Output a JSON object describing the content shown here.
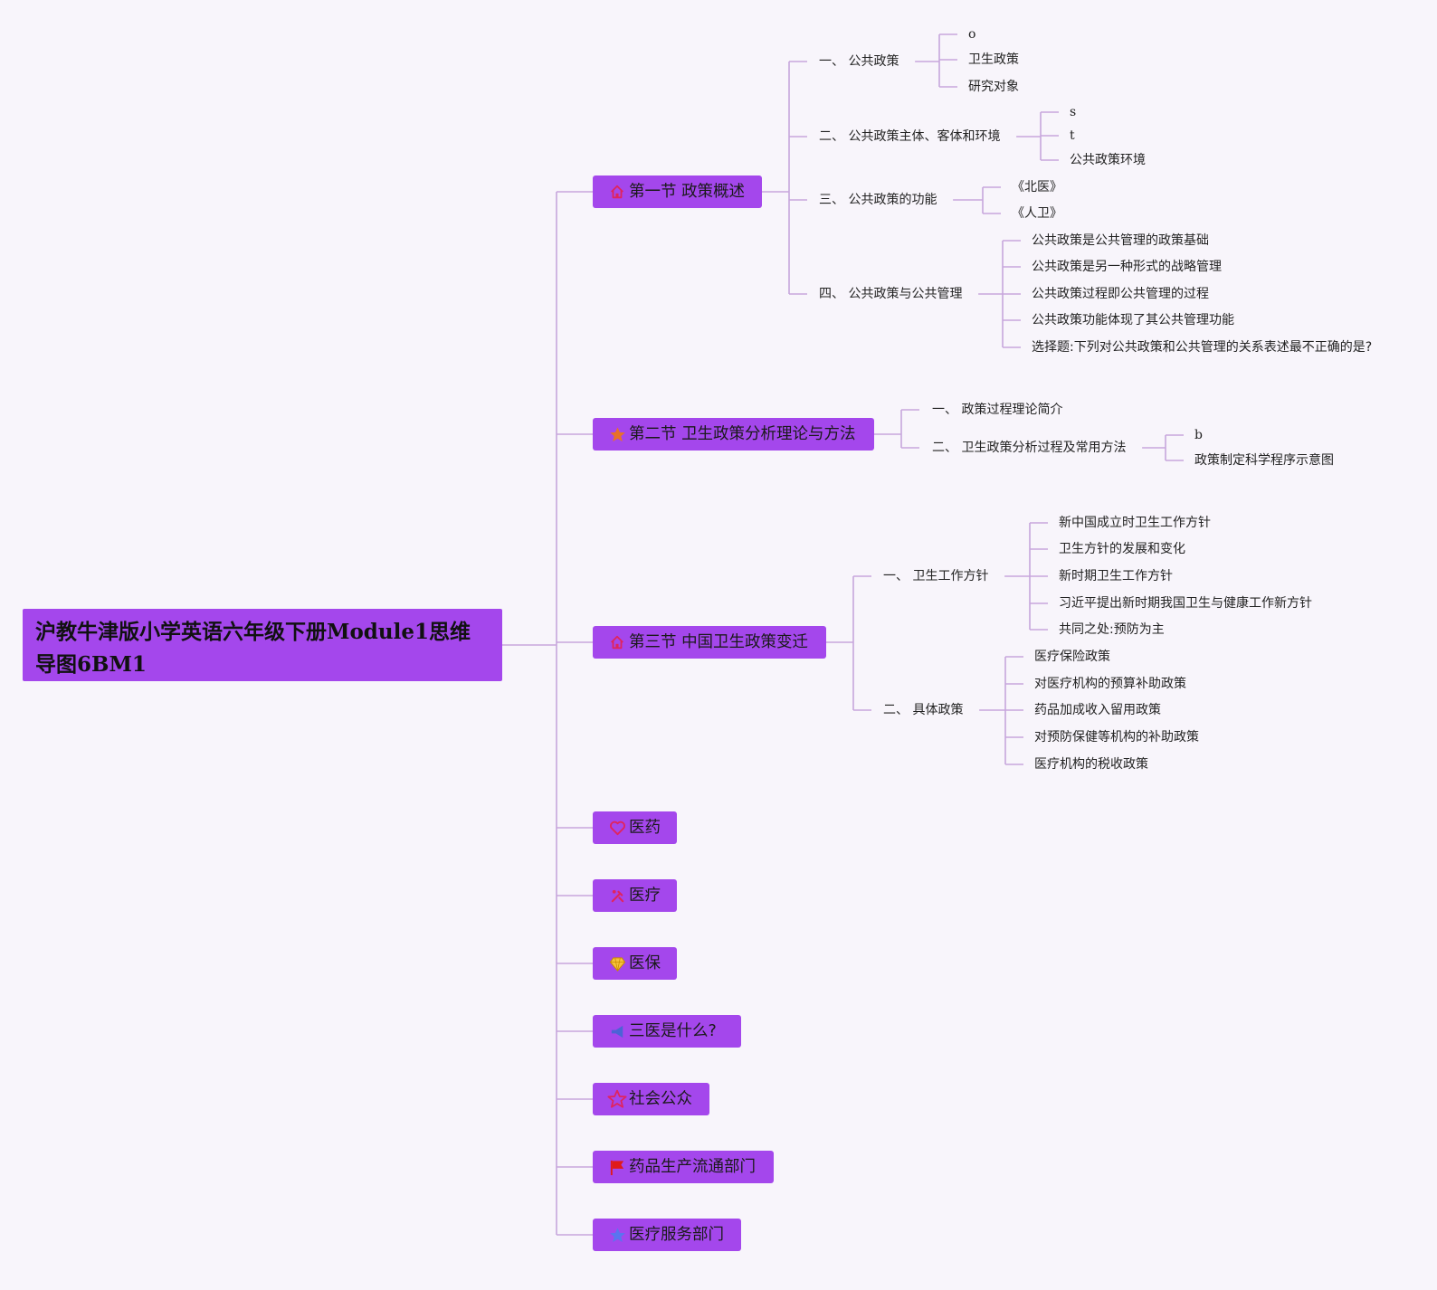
{
  "root": {
    "title": "沪教牛津版小学英语六年级下册Module1思维导图6BM1"
  },
  "colors": {
    "node_fill": "#a447ec",
    "line": "#c7a6dc",
    "background": "#f8f5fb"
  },
  "sections": [
    {
      "label": "第一节 政策概述",
      "icon": "home-icon",
      "subs": [
        {
          "label": "一、 公共政策",
          "leaves": [
            "o",
            "卫生政策",
            "研究对象"
          ]
        },
        {
          "label": "二、 公共政策主体、客体和环境",
          "leaves": [
            "s",
            "t",
            "公共政策环境"
          ]
        },
        {
          "label": "三、 公共政策的功能",
          "leaves": [
            "《北医》",
            "《人卫》"
          ]
        },
        {
          "label": "四、 公共政策与公共管理",
          "leaves": [
            "公共政策是公共管理的政策基础",
            "公共政策是另一种形式的战略管理",
            "公共政策过程即公共管理的过程",
            "公共政策功能体现了其公共管理功能",
            "选择题:下列对公共政策和公共管理的关系表述最不正确的是?"
          ]
        }
      ]
    },
    {
      "label": "第二节 卫生政策分析理论与方法",
      "icon": "star-filled-icon",
      "subs": [
        {
          "label": "一、 政策过程理论简介",
          "leaves": []
        },
        {
          "label": "二、 卫生政策分析过程及常用方法",
          "leaves": [
            "b",
            "政策制定科学程序示意图"
          ]
        }
      ]
    },
    {
      "label": "第三节 中国卫生政策变迁",
      "icon": "home-icon",
      "subs": [
        {
          "label": "一、 卫生工作方针",
          "leaves": [
            "新中国成立时卫生工作方针",
            "卫生方针的发展和变化",
            "新时期卫生工作方针",
            "习近平提出新时期我国卫生与健康工作新方针",
            "共同之处:预防为主"
          ]
        },
        {
          "label": "二、 具体政策",
          "leaves": [
            "医疗保险政策",
            "对医疗机构的预算补助政策",
            "药品加成收入留用政策",
            "对预防保健等机构的补助政策",
            "医疗机构的税收政策"
          ]
        }
      ]
    },
    {
      "label": "医药",
      "icon": "heart-icon",
      "subs": []
    },
    {
      "label": "医疗",
      "icon": "tools-icon",
      "subs": []
    },
    {
      "label": "医保",
      "icon": "diamond-icon",
      "subs": []
    },
    {
      "label": "三医是什么?",
      "icon": "megaphone-icon",
      "subs": []
    },
    {
      "label": "社会公众",
      "icon": "star-outline-icon",
      "subs": []
    },
    {
      "label": "药品生产流通部门",
      "icon": "flag-icon",
      "subs": []
    },
    {
      "label": "医疗服务部门",
      "icon": "badge-icon",
      "subs": []
    }
  ]
}
